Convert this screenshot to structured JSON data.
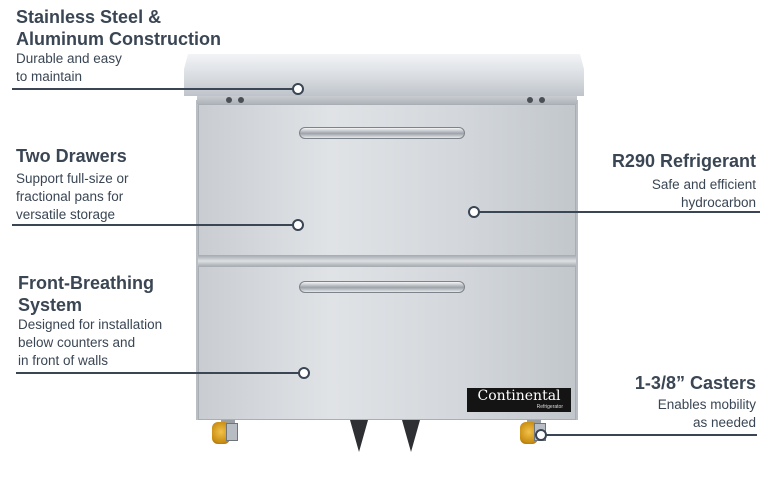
{
  "callouts": {
    "construction": {
      "title_line1": "Stainless Steel &",
      "title_line2": "Aluminum Construction",
      "desc_line1": "Durable and easy",
      "desc_line2": "to maintain"
    },
    "drawers": {
      "title": "Two Drawers",
      "desc_line1": "Support full-size or",
      "desc_line2": "fractional pans for",
      "desc_line3": "versatile storage"
    },
    "breathing": {
      "title_line1": "Front-Breathing",
      "title_line2": "System",
      "desc_line1": "Designed for installation",
      "desc_line2": "below counters and",
      "desc_line3": "in front of walls"
    },
    "refrigerant": {
      "title": "R290 Refrigerant",
      "desc_line1": "Safe and efficient",
      "desc_line2": "hydrocarbon"
    },
    "casters": {
      "title": "1-3/8” Casters",
      "desc_line1": "Enables mobility",
      "desc_line2": "as needed"
    }
  },
  "brand": {
    "name": "Continental",
    "sub": "Refrigerator"
  },
  "colors": {
    "text": "#3a4654",
    "line": "#3a4654",
    "background": "#ffffff"
  }
}
